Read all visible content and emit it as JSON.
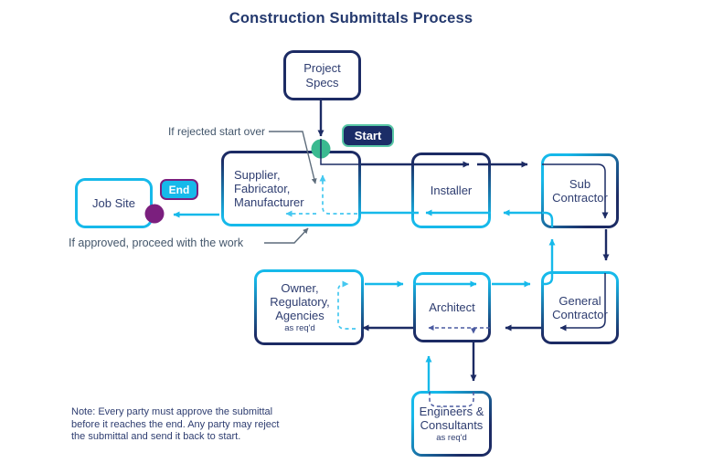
{
  "title": "Construction Submittals Process",
  "nodes": [
    {
      "id": "project-specs",
      "label": "Project\nSpecs"
    },
    {
      "id": "supplier",
      "label": "Supplier,\nFabricator,\nManufacturer"
    },
    {
      "id": "job-site",
      "label": "Job Site"
    },
    {
      "id": "installer",
      "label": "Installer"
    },
    {
      "id": "sub-contractor",
      "label": "Sub\nContractor"
    },
    {
      "id": "general-contractor",
      "label": "General\nContractor"
    },
    {
      "id": "architect",
      "label": "Architect"
    },
    {
      "id": "owner",
      "label": "Owner,\nRegulatory,\nAgencies",
      "sub": "as req'd"
    },
    {
      "id": "engineers",
      "label": "Engineers &\nConsultants",
      "sub": "as req'd"
    }
  ],
  "badges": {
    "start": "Start",
    "end": "End"
  },
  "annotations": {
    "rejected": "If rejected start over",
    "approved": "If approved, proceed with the work",
    "note": "Note: Every party must approve the submittal\nbefore it reaches the end. Any party may reject\nthe submittal and send it back to start."
  },
  "colors": {
    "navy": "#1c2b64",
    "cyan": "#16b9ea",
    "dashed_cyan": "#45c8f0",
    "dashed_slate": "#4a5aa0",
    "teal_dot": "#3aba90",
    "start_border": "#5ac8a6",
    "purple_dot": "#7b1f7e",
    "callout_gray": "#5d6c7b"
  }
}
